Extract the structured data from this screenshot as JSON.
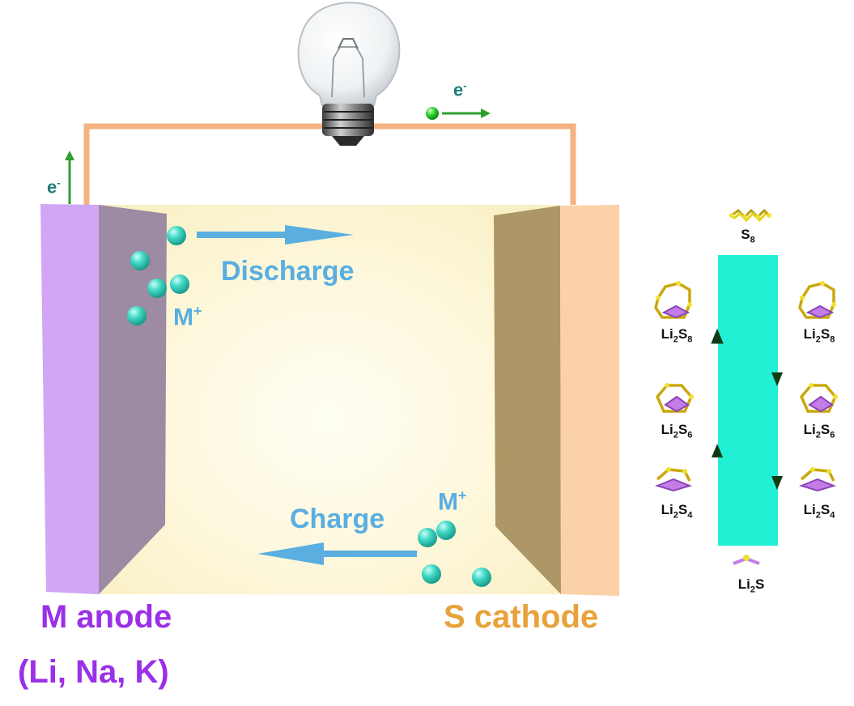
{
  "colors": {
    "anode": "#9b30e8",
    "cathode": "#e8a23a",
    "flow_label": "#5aaee0",
    "electron_label": "#1e7d77",
    "ion": "#40d6c4",
    "electron": "#22cc22",
    "wire": "#f5b282",
    "sulfur_bar": "#22f0d4",
    "sulfur_atom": "#f0e130",
    "lithium_atom": "#c27ee6"
  },
  "labels": {
    "anode_title": "M anode",
    "anode_subtitle": "(Li, Na, K)",
    "cathode_title": "S cathode",
    "discharge": "Discharge",
    "charge": "Charge",
    "ion_base": "M",
    "ion_charge": "+",
    "electron_base": "e",
    "electron_charge": "-"
  },
  "sulfur_species": {
    "top": {
      "name": "S",
      "sub": "8"
    },
    "left": [
      {
        "a": "Li",
        "b": "2",
        "c": "S",
        "d": "8"
      },
      {
        "a": "Li",
        "b": "2",
        "c": "S",
        "d": "6"
      },
      {
        "a": "Li",
        "b": "2",
        "c": "S",
        "d": "4"
      }
    ],
    "right": [
      {
        "a": "Li",
        "b": "2",
        "c": "S",
        "d": "8"
      },
      {
        "a": "Li",
        "b": "2",
        "c": "S",
        "d": "6"
      },
      {
        "a": "Li",
        "b": "2",
        "c": "S",
        "d": "4"
      }
    ],
    "bottom": {
      "a": "Li",
      "b": "2",
      "c": "S"
    }
  },
  "icons": [
    "light-bulb-icon",
    "electron-icon",
    "ion-icon",
    "arrow-icon"
  ]
}
